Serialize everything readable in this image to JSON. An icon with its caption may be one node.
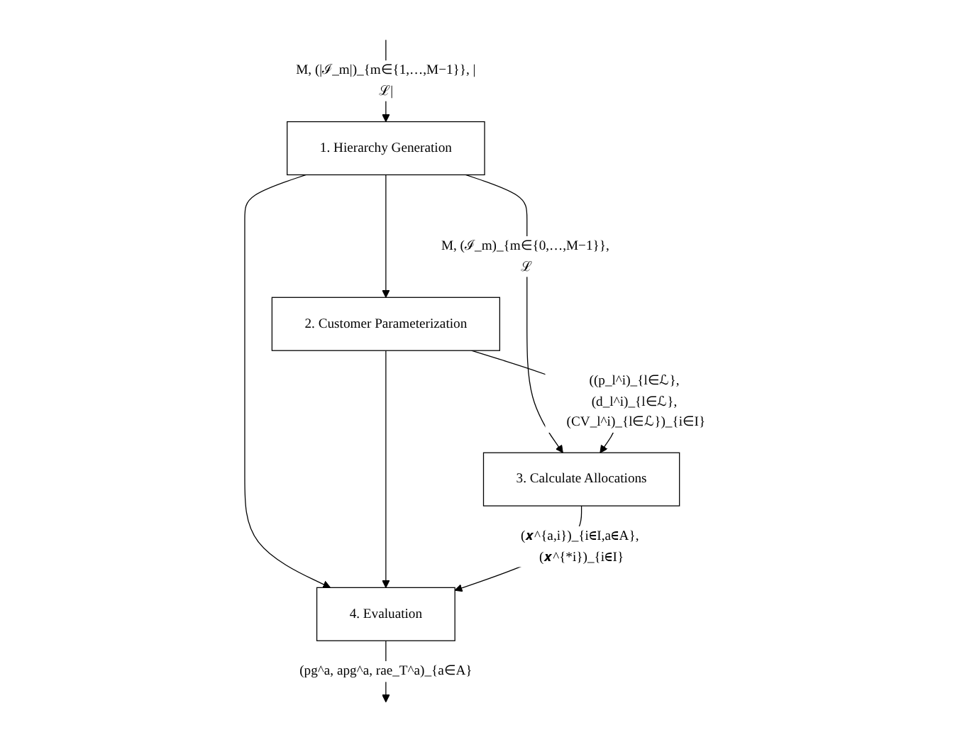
{
  "diagram": {
    "nodes": [
      {
        "text": [
          "1. Hierarchy Generation"
        ]
      },
      {
        "text": [
          "2. Customer Parameterization"
        ]
      },
      {
        "text": [
          "3. Calculate Allocations"
        ]
      },
      {
        "text": [
          "4. Evaluation"
        ]
      }
    ],
    "edges": [
      {
        "from": null,
        "to": 0,
        "arrow": "to",
        "label": "M, (|ℐ_m|)_{m∈{1,…,M−1}}, |ℒ|"
      },
      {
        "from": 0,
        "to": 1,
        "arrow": "to"
      },
      {
        "from": 0,
        "to": 3,
        "arrow": "to"
      },
      {
        "from": 0,
        "to": 2,
        "arrow": "to",
        "label": "M, (ℐ_m)_{m∈{0,…,M−1}}, ℒ"
      },
      {
        "from": 1,
        "to": 2,
        "arrow": "to",
        "label": "((p_l^i)_{l∈ℒ}, (d_l^i)_{l∈ℒ}, (CV_l^i)_{l∈ℒ})_{i∈I}"
      },
      {
        "from": 1,
        "to": 3,
        "arrow": "to"
      },
      {
        "from": 2,
        "to": 3,
        "arrow": "to",
        "label": "(𝒙^{a,i})_{i∈I,a∈A}, (𝒙^{*i})_{i∈I}"
      },
      {
        "from": 3,
        "to": null,
        "arrow": "to",
        "label": "(pg^a, apg^a, rae_T^a)_{a∈A}"
      }
    ]
  }
}
